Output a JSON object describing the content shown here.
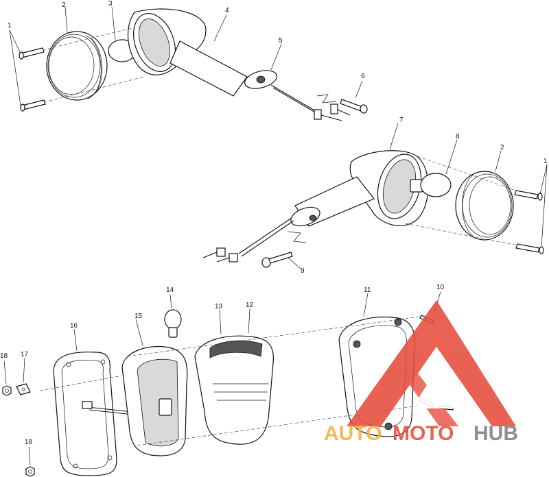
{
  "callouts": [
    {
      "id": "c1a",
      "text": "1"
    },
    {
      "id": "c2a",
      "text": "2"
    },
    {
      "id": "c3",
      "text": "3"
    },
    {
      "id": "c4",
      "text": "4"
    },
    {
      "id": "c5",
      "text": "5"
    },
    {
      "id": "c6",
      "text": "6"
    },
    {
      "id": "c7",
      "text": "7"
    },
    {
      "id": "c8",
      "text": "8"
    },
    {
      "id": "c2b",
      "text": "2"
    },
    {
      "id": "c1b",
      "text": "1"
    },
    {
      "id": "c9",
      "text": "9"
    },
    {
      "id": "c10",
      "text": "10"
    },
    {
      "id": "c11",
      "text": "11"
    },
    {
      "id": "c12",
      "text": "12"
    },
    {
      "id": "c13",
      "text": "13"
    },
    {
      "id": "c14",
      "text": "14"
    },
    {
      "id": "c15",
      "text": "15"
    },
    {
      "id": "c16",
      "text": "16"
    },
    {
      "id": "c17",
      "text": "17"
    },
    {
      "id": "c18a",
      "text": "18"
    },
    {
      "id": "c18b",
      "text": "18"
    }
  ],
  "watermark": {
    "part1": "AUTO",
    "part2": "MOTO",
    "part3": "HUB",
    "color_orange": "#f5b041",
    "color_red": "#e74c3c",
    "color_gray": "#7f7f7f"
  }
}
